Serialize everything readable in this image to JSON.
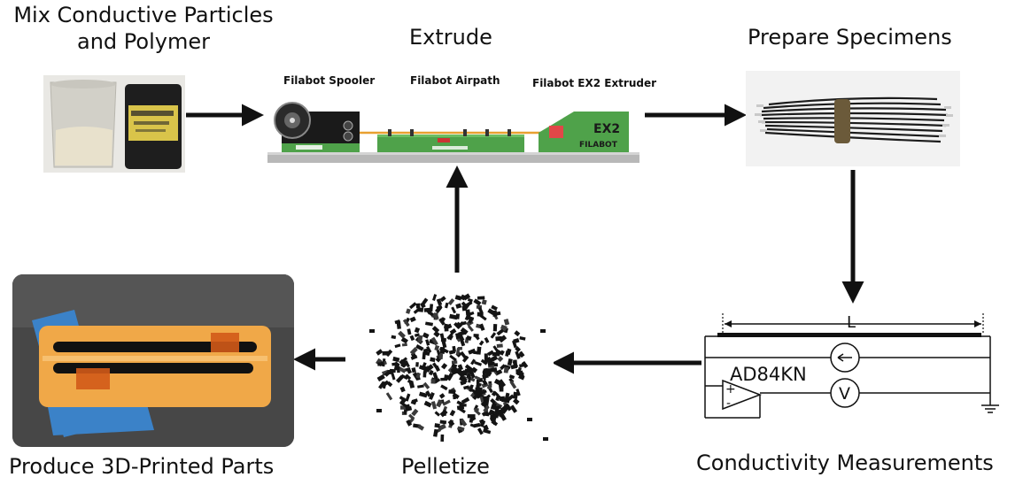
{
  "steps": {
    "mix_label": "Mix Conductive Particles\nand Polymer",
    "extrude_label": "Extrude",
    "prepare_label": "Prepare Specimens",
    "measure_label": "Conductivity Measurements",
    "pelletize_label": "Pelletize",
    "produce_label": "Produce 3D-Printed Parts"
  },
  "extruder": {
    "spooler_label": "Filabot Spooler",
    "airpath_label": "Filabot Airpath",
    "extruder_label": "Filabot EX2 Extruder",
    "extruder_logo": "EX2",
    "extruder_brand": "FILABOT"
  },
  "circuit": {
    "length_label": "L",
    "opamp_label": "AD84KN",
    "voltmeter_label": "V",
    "plus_sign": "+",
    "minus_sign": "-"
  },
  "colors": {
    "arrow": "#111111",
    "machine_green": "#4fa24a",
    "spool_orange": "#e8a030",
    "part_orange": "#f0a848",
    "tape_blue": "#3b82c8"
  }
}
